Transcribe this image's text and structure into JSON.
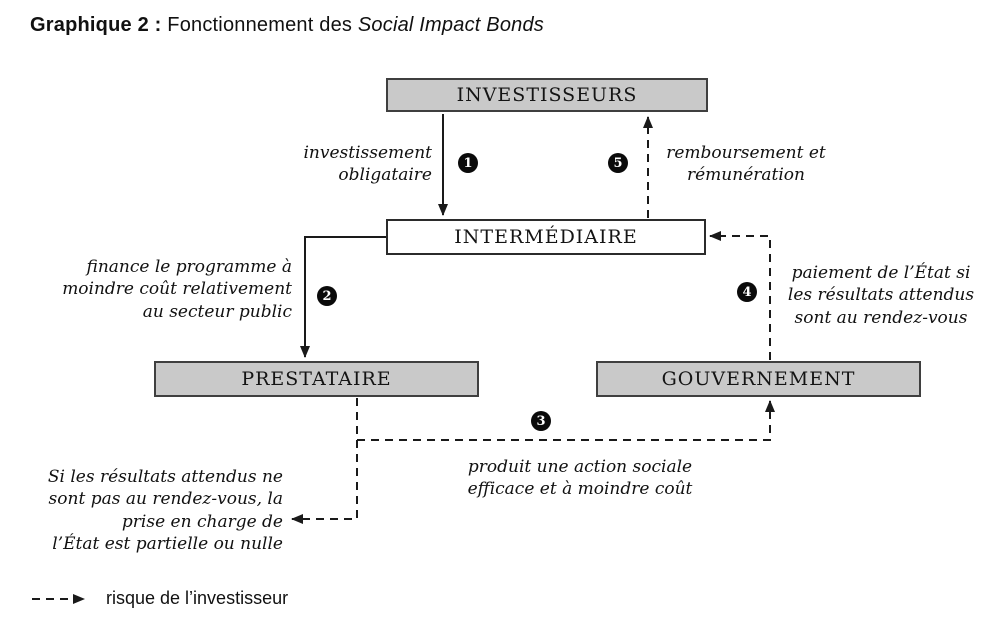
{
  "title": {
    "label": "Graphique 2 :",
    "text": "Fonctionnement des",
    "emphasis": "Social Impact Bonds"
  },
  "nodes": {
    "investisseurs": "INVESTISSEURS",
    "intermediaire": "INTERMÉDIAIRE",
    "prestataire": "PRESTATAIRE",
    "gouvernement": "GOUVERNEMENT"
  },
  "flows": [
    {
      "step": "1",
      "label": "investissement\nobligataire"
    },
    {
      "step": "2",
      "label": "finance le programme à\nmoindre coût relativement\nau secteur public"
    },
    {
      "step": "3",
      "label": "produit une action sociale\nefficace et à moindre coût"
    },
    {
      "step": "4",
      "label": "paiement de l’État si\nles résultats attendus\nsont au rendez-vous"
    },
    {
      "step": "5",
      "label": "remboursement et\nrémunération"
    }
  ],
  "risk_note": "Si les résultats attendus ne\nsont pas au rendez-vous, la\nprise en charge de\nl’État est partielle ou nulle",
  "legend": {
    "label": "risque de l’investisseur"
  },
  "colors": {
    "node_fill": "#c9c9c9",
    "node_border": "#3f3f3f",
    "line": "#1a1a1a"
  }
}
